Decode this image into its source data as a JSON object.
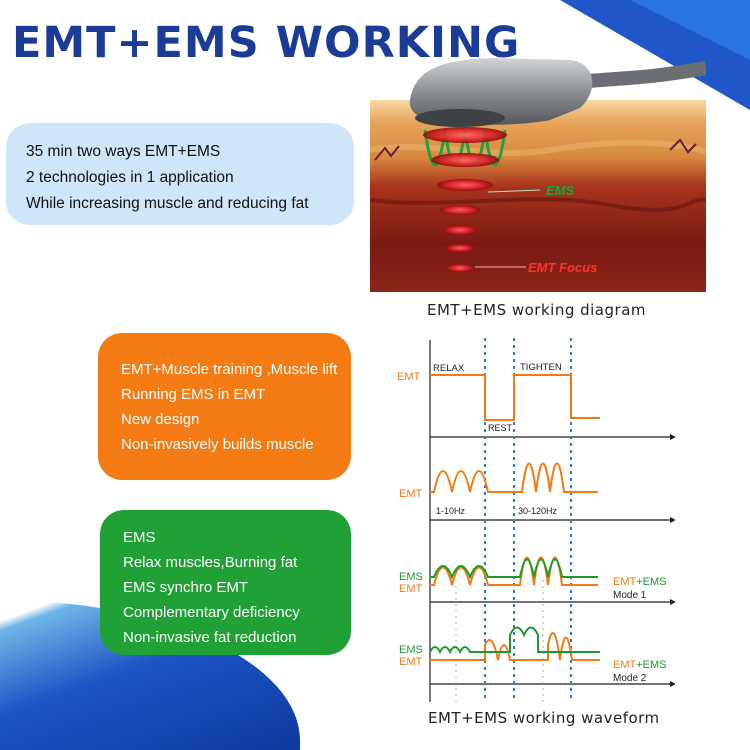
{
  "title": "EMT+EMS WORKING",
  "intro": {
    "lines": [
      "35 min two ways EMT+EMS",
      "2 technologies in 1 application",
      "While increasing muscle and reducing fat"
    ]
  },
  "emt_box": {
    "lines": [
      "EMT+Muscle training ,Muscle lift",
      "Running EMS in EMT",
      "New design",
      "Non-invasively builds muscle"
    ]
  },
  "ems_box": {
    "lines": [
      "EMS",
      "Relax muscles,Burning fat",
      "EMS synchro EMT",
      "Complementary deficiency",
      "Non-invasive fat reduction"
    ]
  },
  "diagram": {
    "caption": "EMT+EMS working diagram",
    "ems_label": "EMS",
    "emt_label": "EMT  Focus"
  },
  "waveform": {
    "caption": "EMT+EMS working waveform",
    "relax": "RELAX",
    "tighten": "TIGHTEN",
    "rest": "REST",
    "emt": "EMT",
    "ems": "EMS",
    "low_freq": "1-10Hz",
    "high_freq": "30-120Hz",
    "emt_ems_prefix": "EMT",
    "emt_ems_plus": "+",
    "emt_ems_suffix": "EMS",
    "mode1": "Mode 1",
    "mode2": "Mode 2"
  },
  "colors": {
    "title": "#1b3c96",
    "orange": "#f57c14",
    "green": "#1fa136",
    "blue_box": "#cfe5f8"
  }
}
